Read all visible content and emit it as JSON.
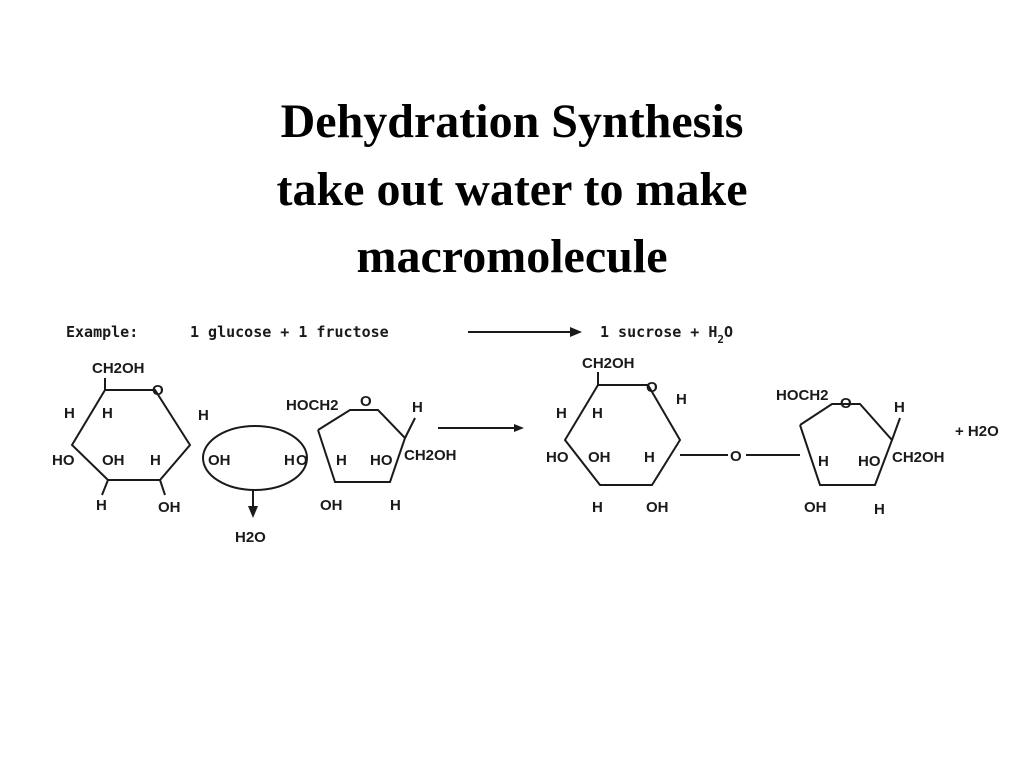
{
  "slide": {
    "title_line1": "Dehydration Synthesis",
    "title_line2": "take out water to make",
    "title_line3": "macromolecule"
  },
  "diagram": {
    "example_label": "Example:",
    "reactant_equation": "1 glucose + 1 fructose",
    "product_equation": "1 sucrose + H",
    "product_water_subscript": "2",
    "product_water_tail": "O",
    "glucose": {
      "ch2oh": "CH2OH",
      "ring_o": "O",
      "h_c4_top": "H",
      "h_c4_axial": "H",
      "h_c1": "H",
      "ho_c4": "HO",
      "oh_c3": "OH",
      "h_c2": "H",
      "oh_c1": "OH",
      "h_c3": "H",
      "oh_c2": "OH"
    },
    "water_removed": "H2O",
    "fructose": {
      "hoch2": "HOCH2",
      "ring_o": "O",
      "h_c5": "H",
      "h_link": "H",
      "o_link": "O",
      "h_c4": "H",
      "ho_c3": "HO",
      "ch2oh": "CH2OH",
      "oh_c4": "OH",
      "h_c3": "H"
    },
    "sucrose": {
      "ch2oh": "CH2OH",
      "glc_ring_o": "O",
      "h_a": "H",
      "h_b": "H",
      "h_c1": "H",
      "ho": "HO",
      "oh_c3": "OH",
      "h_c2": "H",
      "h_c4": "H",
      "oh_c2": "OH",
      "bridge_o": "O",
      "hoch2": "HOCH2",
      "fru_ring_o": "O",
      "h_c5": "H",
      "h_c3": "H",
      "ho_c4": "HO",
      "fru_ch2oh": "CH2OH",
      "oh_c3b": "OH",
      "h_c4b": "H"
    },
    "plus_water": "+ H2O"
  }
}
